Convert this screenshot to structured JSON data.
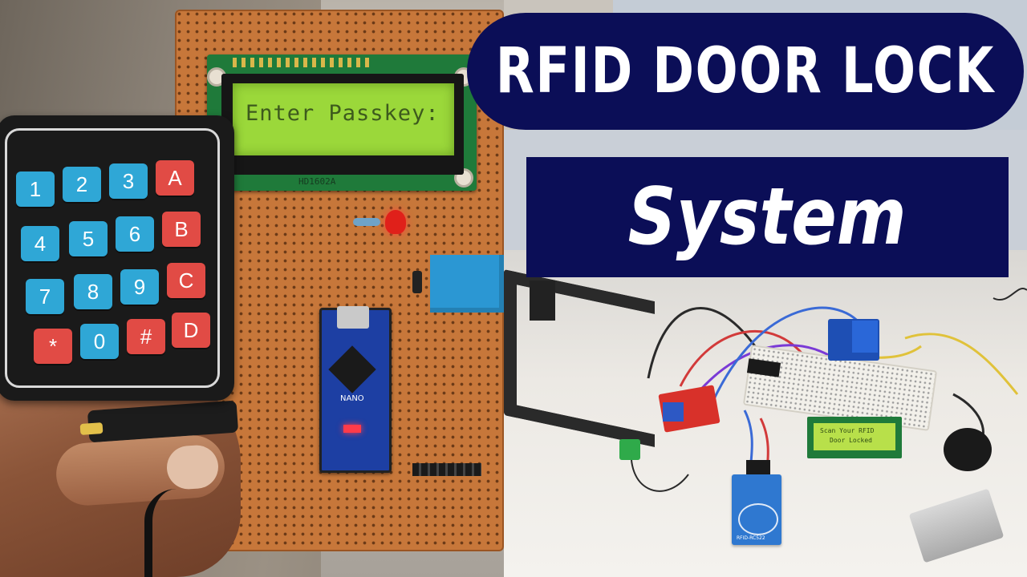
{
  "title": {
    "line1": "RFID DOOR LOCK",
    "line2": "System"
  },
  "left_photo": {
    "lcd_text": "Enter Passkey:",
    "lcd_model": "HD1602A",
    "arduino_label": "NANO",
    "keypad_keys": [
      "1",
      "2",
      "3",
      "A",
      "4",
      "5",
      "6",
      "B",
      "7",
      "8",
      "9",
      "C",
      "*",
      "0",
      "#",
      "D"
    ]
  },
  "right_photo": {
    "lcd_line1": "Scan Your RFID",
    "lcd_line2": "Door Locked",
    "rfid_label": "RFID-RC522"
  },
  "colors": {
    "banner": "#0b0e57",
    "banner_text": "#ffffff",
    "key_blue": "#2fa7d6",
    "key_red": "#e14b45",
    "lcd_green": "#9bd83a"
  }
}
